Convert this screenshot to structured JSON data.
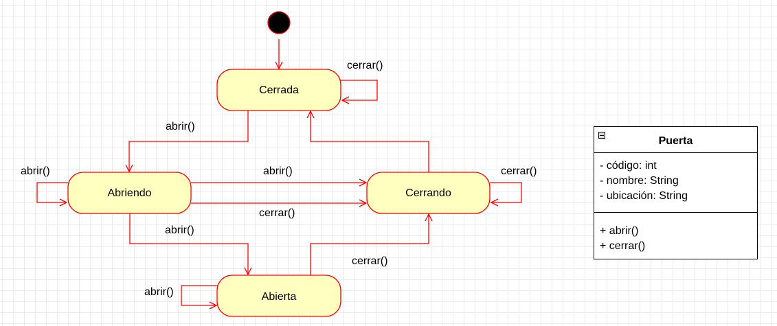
{
  "states": {
    "cerrada": "Cerrada",
    "abriendo": "Abriendo",
    "cerrando": "Cerrando",
    "abierta": "Abierta"
  },
  "transitions": {
    "cerrada_self": "cerrar()",
    "cerrada_to_abriendo": "abrir()",
    "abriendo_self": "abrir()",
    "abriendo_to_cerrando_abrir": "abrir()",
    "abriendo_to_cerrando_cerrar": "cerrar()",
    "cerrando_self": "cerrar()",
    "abriendo_to_abierta": "abrir()",
    "abierta_to_cerrando": "cerrar()",
    "abierta_self": "abrir()"
  },
  "class_box": {
    "name": "Puerta",
    "attributes": [
      "- código: int",
      "- nombre: String",
      "- ubicación: String"
    ],
    "operations": [
      "+ abrir()",
      "+ cerrar()"
    ]
  },
  "colors": {
    "state_fill": "#ffffc0",
    "stroke": "#ff0000",
    "initial_node": "#000000"
  }
}
